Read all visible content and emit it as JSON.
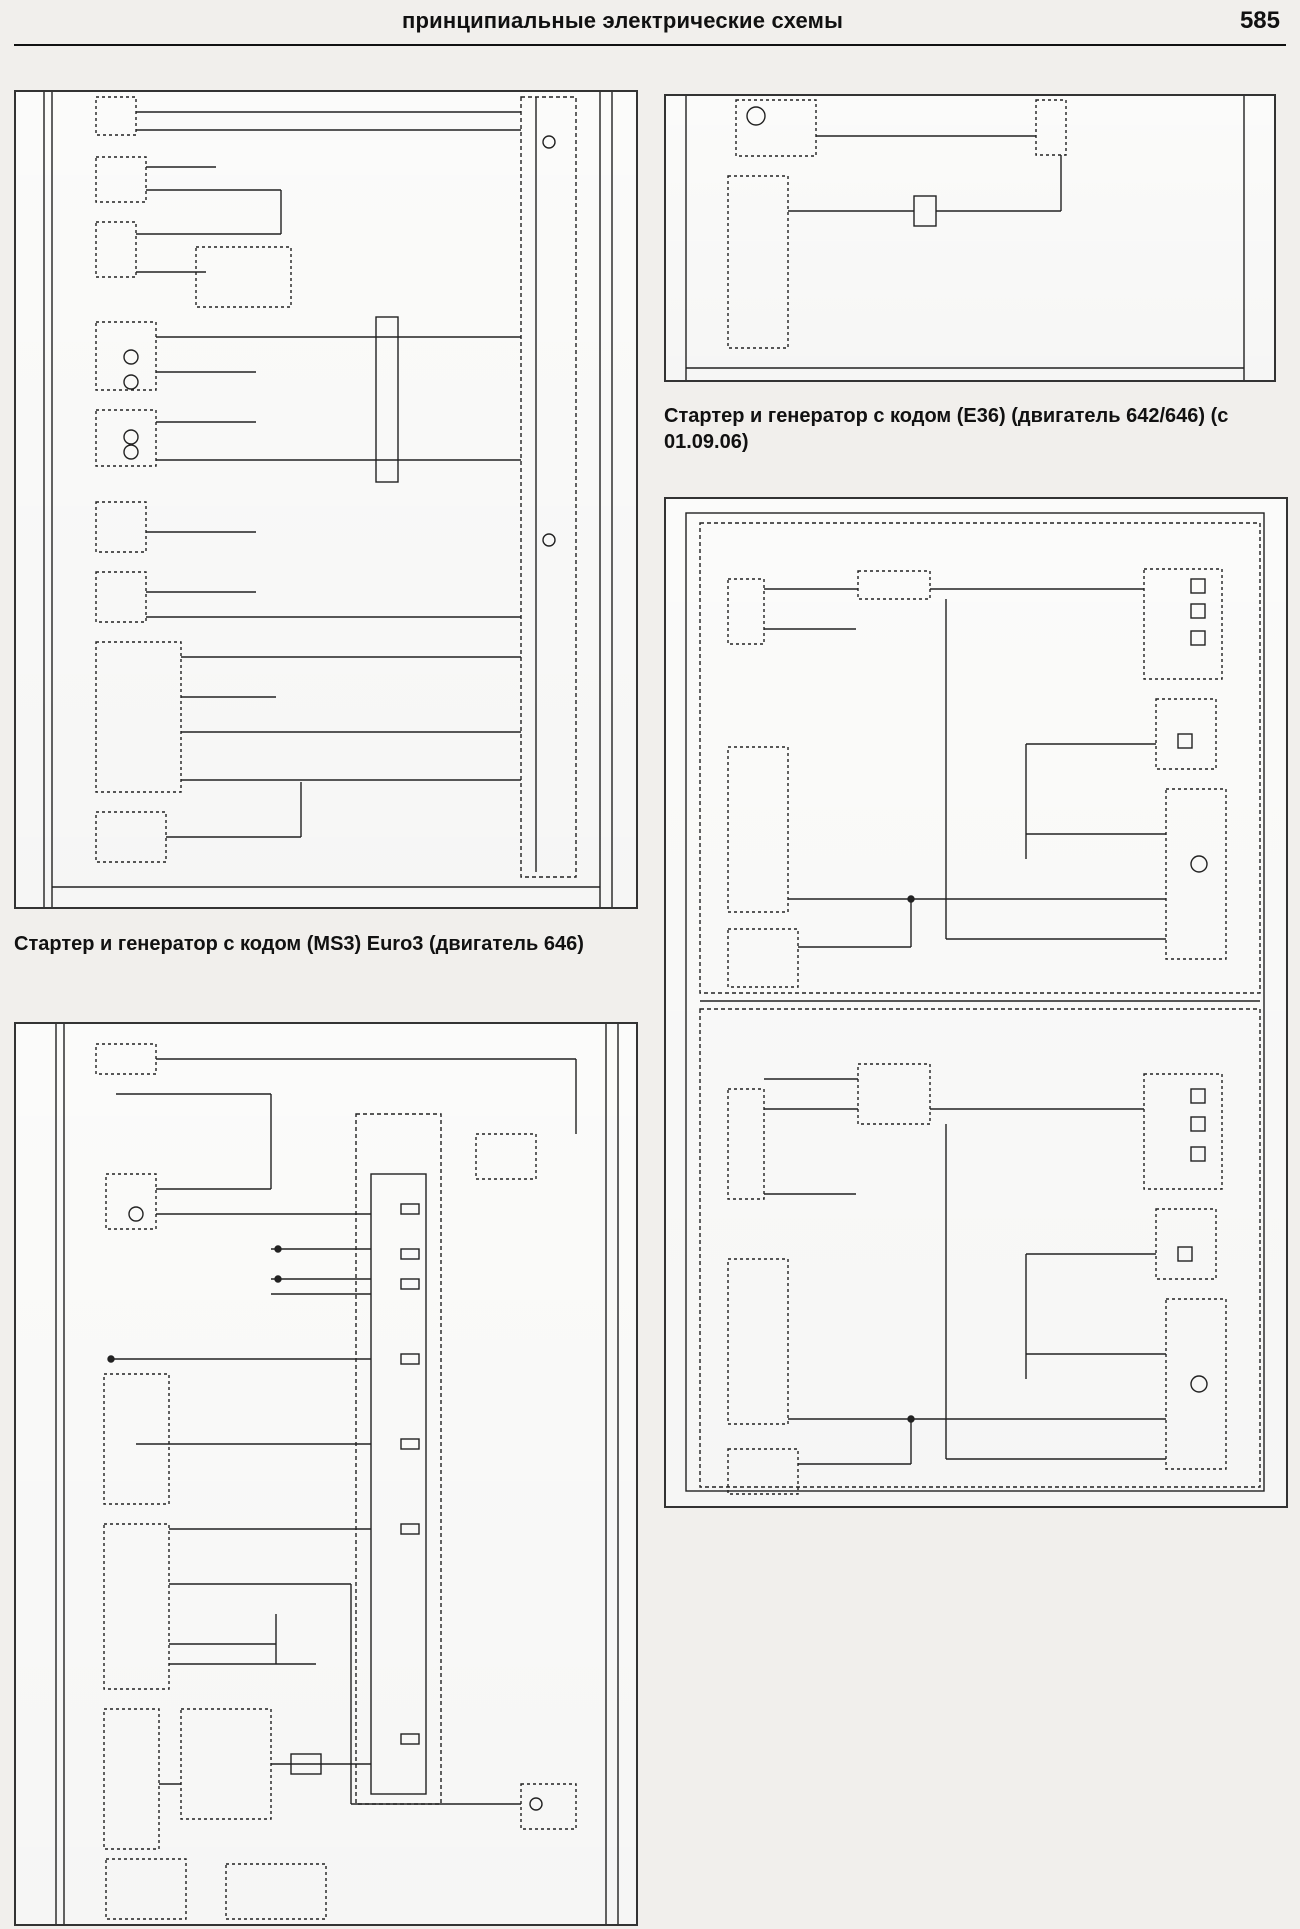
{
  "page": {
    "header_title": "принципиальные электрические схемы",
    "page_number": "585"
  },
  "captions": {
    "left_middle": "Стартер и генератор с кодом (MS3) Euro3 (двигатель 646)",
    "right_top": "Стартер и генератор с кодом (E36) (двигатель 642/646) (с 01.09.06)"
  },
  "colors": {
    "ink": "#222222",
    "paper": "#fbfbfa",
    "background": "#f1efec"
  }
}
